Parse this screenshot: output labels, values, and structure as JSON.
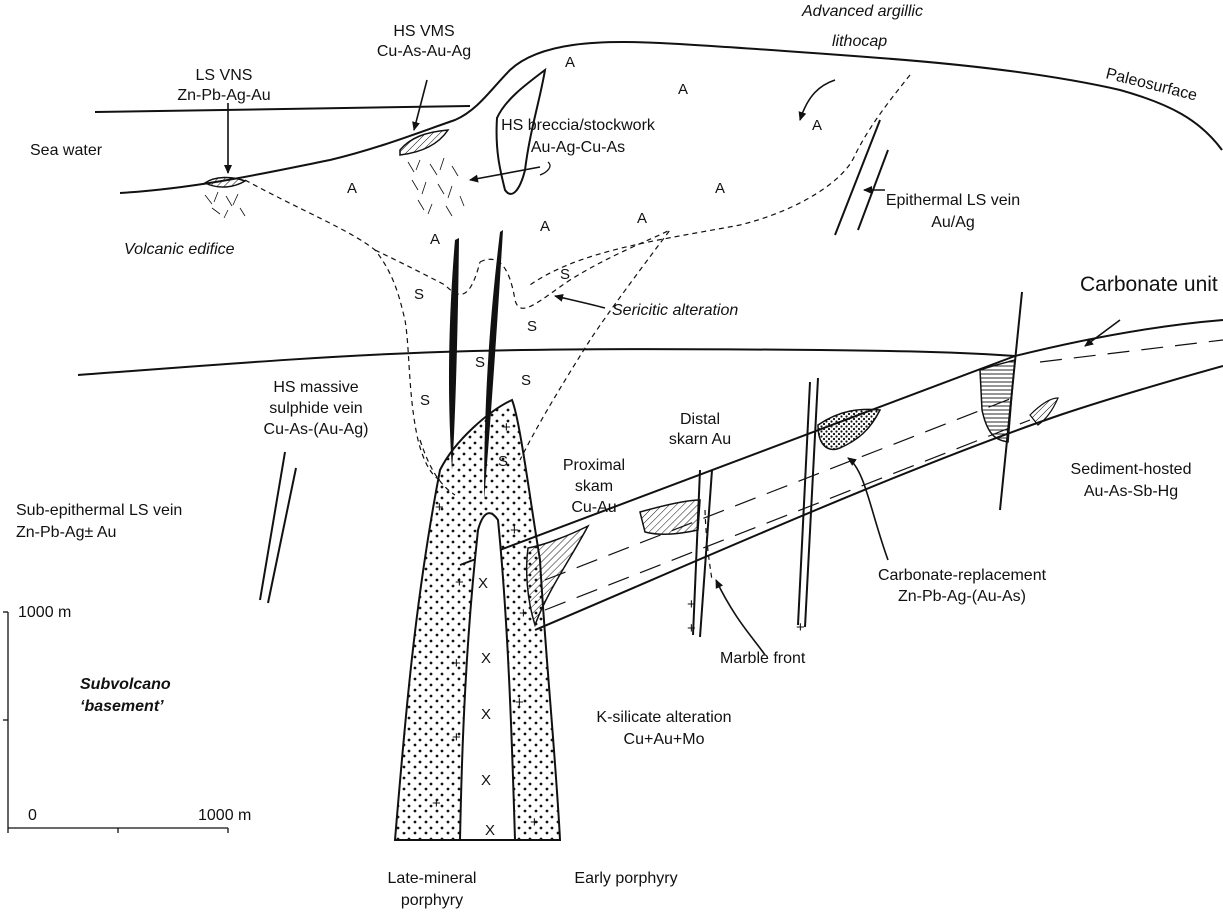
{
  "labels": {
    "ls_vns": [
      "LS VNS",
      "Zn-Pb-Ag-Au"
    ],
    "hs_vms": [
      "HS VMS",
      "Cu-As-Au-Ag"
    ],
    "advanced_argillic": [
      "Advanced argillic",
      "lithocap"
    ],
    "paleosurface": "Paleosurface",
    "sea_water": "Sea water",
    "hs_breccia": [
      "HS breccia/stockwork",
      "Au-Ag-Cu-As"
    ],
    "epithermal_ls_vein": [
      "Epithermal LS vein",
      "Au/Ag"
    ],
    "volcanic_edifice": "Volcanic edifice",
    "carbonate_unit": "Carbonate unit",
    "sericitic_alteration": "Sericitic alteration",
    "hs_massive_sulphide": [
      "HS massive",
      "sulphide vein",
      "Cu-As-(Au-Ag)"
    ],
    "distal_skarn": [
      "Distal",
      "skarn Au"
    ],
    "proximal_skarn": [
      "Proximal",
      "skam",
      "Cu-Au"
    ],
    "sediment_hosted": [
      "Sediment-hosted",
      "Au-As-Sb-Hg"
    ],
    "sub_epithermal": [
      "Sub-epithermal LS vein",
      "Zn-Pb-Ag± Au"
    ],
    "carbonate_replacement": [
      "Carbonate-replacement",
      "Zn-Pb-Ag-(Au-As)"
    ],
    "marble_front": "Marble front",
    "subvolcano_basement": [
      "Subvolcano",
      "‘basement’"
    ],
    "k_silicate": [
      "K-silicate alteration",
      "Cu+Au+Mo"
    ],
    "late_mineral_porphyry": [
      "Late-mineral",
      "porphyry"
    ],
    "early_porphyry": "Early porphyry"
  },
  "scale": {
    "vertical_label": "1000 m",
    "origin_label": "0",
    "horizontal_label": "1000 m"
  },
  "zone_marks": {
    "advanced_argillic": "A",
    "sericitic": "S",
    "early_porphyry": "+",
    "late_porphyry": "X"
  }
}
